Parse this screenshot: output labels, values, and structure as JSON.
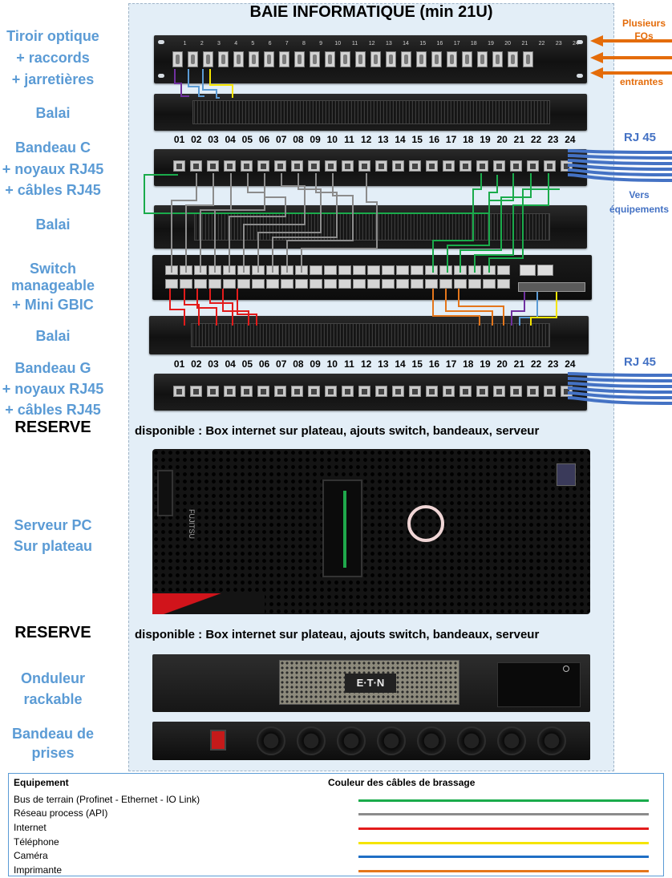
{
  "title": "BAIE INFORMATIQUE (min 21U)",
  "left_labels": {
    "tiroir_1": "Tiroir optique",
    "tiroir_2": "+ raccords",
    "tiroir_3": "+ jarretières",
    "balai_1": "Balai",
    "bandeau_c_1": "Bandeau C",
    "bandeau_c_2": "+ noyaux RJ45",
    "bandeau_c_3": "+ câbles RJ45",
    "balai_2": "Balai",
    "switch_1": "Switch",
    "switch_2": "manageable",
    "switch_3": "+ Mini GBIC",
    "balai_3": "Balai",
    "bandeau_g_1": "Bandeau G",
    "bandeau_g_2": "+ noyaux RJ45",
    "bandeau_g_3": "+ câbles RJ45",
    "reserve_1": "RESERVE",
    "serveur_1": "Serveur PC",
    "serveur_2": "Sur plateau",
    "reserve_2": "RESERVE",
    "onduleur_1": "Onduleur",
    "onduleur_2": "rackable",
    "prises_1": "Bandeau de",
    "prises_2": "prises"
  },
  "dispo_text_1": "disponible : Box internet sur plateau, ajouts switch, bandeaux, serveur",
  "dispo_text_2": "disponible : Box internet sur plateau, ajouts switch, bandeaux, serveur",
  "right_labels": {
    "fo_1": "Plusieurs",
    "fo_2": "FOs",
    "fo_3": "entrantes",
    "rj45_c": "RJ 45",
    "vers_1": "Vers",
    "vers_2": "équipements",
    "rj45_g": "RJ 45"
  },
  "port_numbers": [
    "01",
    "02",
    "03",
    "04",
    "05",
    "06",
    "07",
    "08",
    "09",
    "10",
    "11",
    "12",
    "13",
    "14",
    "15",
    "16",
    "17",
    "18",
    "19",
    "20",
    "21",
    "22",
    "23",
    "24"
  ],
  "fo_numbers": [
    "1",
    "2",
    "3",
    "4",
    "5",
    "6",
    "7",
    "8",
    "9",
    "10",
    "11",
    "12",
    "13",
    "14",
    "15",
    "16",
    "17",
    "18",
    "19",
    "20",
    "21",
    "22",
    "23",
    "24"
  ],
  "server_brand": "FUJITSU",
  "ups_brand": "E·T·N",
  "legend": {
    "col1_header": "Equipement",
    "col2_header": "Couleur des câbles de brassage",
    "items": [
      {
        "label": "Bus de terrain (Profinet - Ethernet - IO Link)",
        "color": "#1aab4b"
      },
      {
        "label": "Réseau process (API)",
        "color": "#8c8c8c"
      },
      {
        "label": "Internet",
        "color": "#e31b1b"
      },
      {
        "label": "Téléphone",
        "color": "#f5e400"
      },
      {
        "label": "Caméra",
        "color": "#1f6fc5"
      },
      {
        "label": "Imprimante",
        "color": "#e4761b"
      }
    ]
  },
  "colors": {
    "label_blue": "#5b9bd5",
    "arrow_orange": "#e46c0a",
    "bundle_blue": "#4472c4"
  }
}
